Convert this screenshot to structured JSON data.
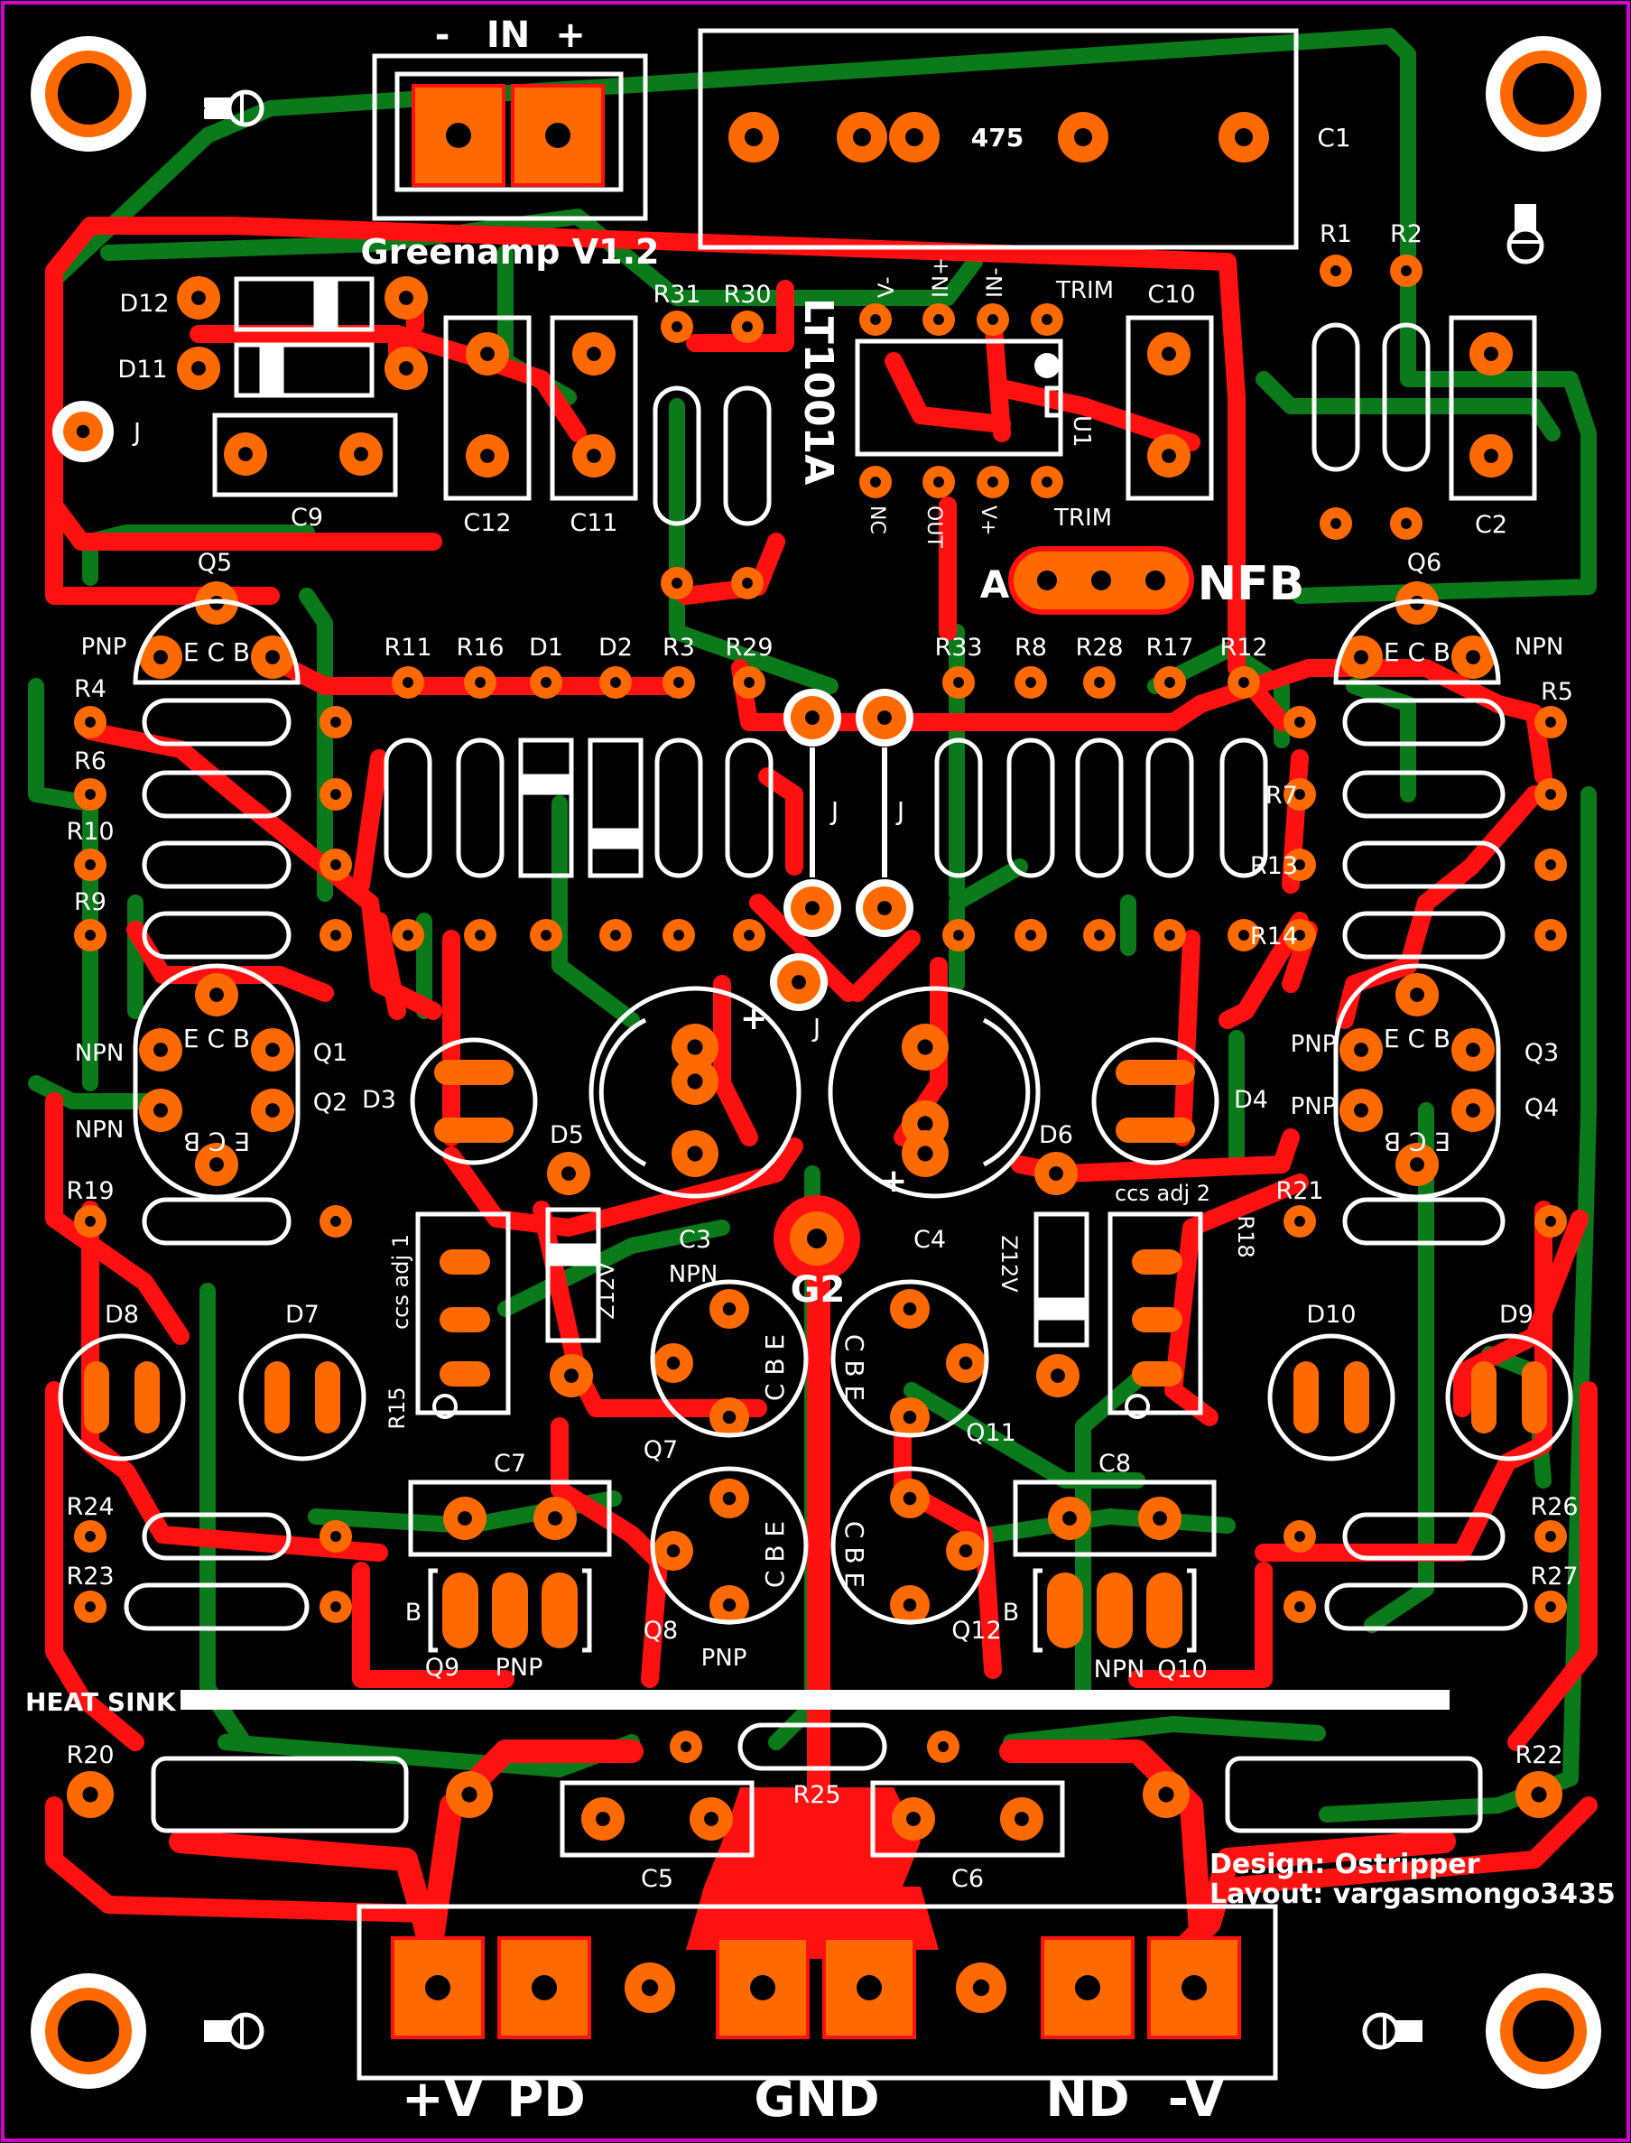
{
  "board": {
    "title": "Greenamp V1.2",
    "design_credit": "Design: Ostripper",
    "layout_credit": "Layout: vargasmongo3435",
    "heat_sink_label": "HEAT SINK",
    "nfb_label": "NFB",
    "nfb_a_label": "A",
    "ground_label": "G2"
  },
  "connectors": {
    "input": {
      "minus": "-",
      "label": "IN",
      "plus": "+"
    },
    "power": [
      "+V",
      "PD",
      "GND",
      "ND",
      "-V"
    ]
  },
  "chip": {
    "name": "LT1001A",
    "ref": "U1",
    "top_pins": [
      "V-",
      "IN+",
      "IN-",
      "TRIM"
    ],
    "bottom_pins": [
      "NC",
      "OUT",
      "V+",
      "TRIM"
    ]
  },
  "capacitors": {
    "c1": {
      "ref": "C1",
      "value": "475"
    },
    "labels": [
      "C2",
      "C3",
      "C4",
      "C5",
      "C6",
      "C7",
      "C8",
      "C9",
      "C10",
      "C11",
      "C12"
    ]
  },
  "resistor_labels": [
    "R1",
    "R2",
    "R3",
    "R4",
    "R5",
    "R6",
    "R7",
    "R8",
    "R9",
    "R10",
    "R11",
    "R12",
    "R13",
    "R14",
    "R15",
    "R16",
    "R17",
    "R18",
    "R19",
    "R20",
    "R21",
    "R22",
    "R23",
    "R24",
    "R25",
    "R26",
    "R27",
    "R28",
    "R29",
    "R30",
    "R31",
    "R33"
  ],
  "diode_labels": [
    "D1",
    "D2",
    "D3",
    "D4",
    "D5",
    "D6",
    "D7",
    "D8",
    "D9",
    "D10",
    "D11",
    "D12"
  ],
  "zener_labels": [
    "Z12V",
    "Z12V"
  ],
  "trimmers": [
    "ccs adj 1",
    "ccs adj 2"
  ],
  "jumper_label": "J",
  "transistors": {
    "q5": {
      "ref": "Q5",
      "type": "PNP",
      "pins": "E C B"
    },
    "q6": {
      "ref": "Q6",
      "type": "NPN",
      "pins": "E C B"
    },
    "q1": {
      "ref": "Q1",
      "type": "NPN",
      "pins": "E C B"
    },
    "q2": {
      "ref": "Q2",
      "type": "NPN",
      "pins": "E C B"
    },
    "q3": {
      "ref": "Q3",
      "type": "PNP",
      "pins": "E C B"
    },
    "q4": {
      "ref": "Q4",
      "type": "PNP",
      "pins": "E C B"
    },
    "q7": {
      "ref": "Q7",
      "type": "NPN",
      "pins": "C B E"
    },
    "q8": {
      "ref": "Q8",
      "type": "PNP",
      "pins": "C B E"
    },
    "q11": {
      "ref": "Q11",
      "pins": "C B E"
    },
    "q12": {
      "ref": "Q12",
      "pins": "C B E"
    },
    "q9": {
      "ref": "Q9",
      "type": "PNP",
      "base": "B"
    },
    "q10": {
      "ref": "Q10",
      "type": "NPN",
      "base": "B"
    }
  },
  "colors": {
    "background": "#000000",
    "copper_top": "#ff1111",
    "copper_bottom": "#0b7a1a",
    "pad": "#ff6a00",
    "silkscreen": "#ffffff",
    "outline": "#d100d1"
  }
}
